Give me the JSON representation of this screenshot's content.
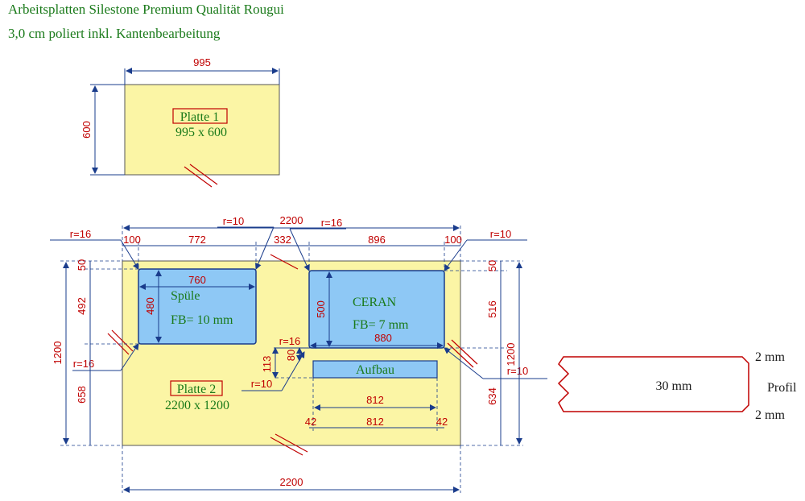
{
  "header": {
    "line1": "Arbeitsplatten Silestone Premium Qualität Rougui",
    "line2": "3,0 cm poliert inkl. Kantenbearbeitung"
  },
  "plate1": {
    "name": "Platte 1",
    "size": "995 x 600",
    "width_label": "995",
    "height_label": "600"
  },
  "plate2": {
    "name": "Platte 2",
    "size": "2200 x 1200",
    "top_total": "2200",
    "bottom_total": "2200",
    "top_segments": [
      "100",
      "772",
      "332",
      "896",
      "100"
    ],
    "left_dims": [
      "1200",
      "50",
      "492",
      "658"
    ],
    "right_dims": [
      "50",
      "516",
      "1200",
      "634"
    ],
    "radii": {
      "top_left": "r=16",
      "top_mid_left": "r=10",
      "top_mid_right": "r=16",
      "top_right": "r=10",
      "left_lower": "r=16",
      "mid_r16": "r=16",
      "mid_r10": "r=10",
      "right_lower": "r=10"
    },
    "small_dims": {
      "d80": "80",
      "d113": "113"
    },
    "sink": {
      "label": "Spüle",
      "fb": "FB= 10 mm",
      "width": "760",
      "height": "480"
    },
    "hob": {
      "label": "CERAN",
      "fb": "FB= 7 mm",
      "width": "880",
      "height": "500"
    },
    "aufbau": {
      "label": "Aufbau",
      "width": "812",
      "bottom_width": "812",
      "left_offset": "42",
      "right_offset": "42"
    }
  },
  "profile": {
    "thickness": "30 mm",
    "top_chamfer": "2 mm",
    "bottom_chamfer": "2 mm",
    "label": "Profil"
  },
  "colors": {
    "plate_fill": "#fbf5a5",
    "cutout_fill": "#8ec8f5",
    "dimension_text": "#c00000",
    "dimension_line": "#1a3c8c",
    "label_text": "#1a7a1a"
  }
}
